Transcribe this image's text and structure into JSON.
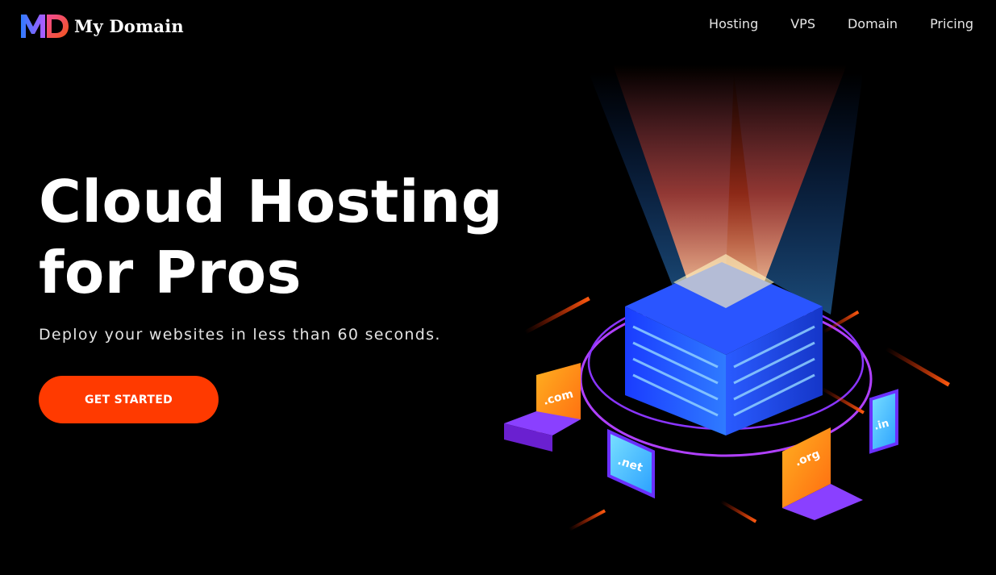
{
  "brand": {
    "name": "My Domain",
    "logo_mark": "MD",
    "colors": {
      "m_blue": "#2f7bff",
      "m_pink": "#ff4fa0",
      "d_orange": "#ff5a1a"
    }
  },
  "nav": {
    "items": [
      {
        "label": "Hosting"
      },
      {
        "label": "VPS"
      },
      {
        "label": "Domain"
      },
      {
        "label": "Pricing"
      }
    ]
  },
  "hero": {
    "title_line1": "Cloud Hosting",
    "title_line2": "for Pros",
    "subtitle": "Deploy your websites in less than 60 seconds.",
    "cta_label": "GET STARTED",
    "cta_color": "#ff3a00"
  },
  "illustration": {
    "labels": {
      "com": ".com",
      "net": ".net",
      "org": ".org",
      "in": ".in"
    }
  }
}
